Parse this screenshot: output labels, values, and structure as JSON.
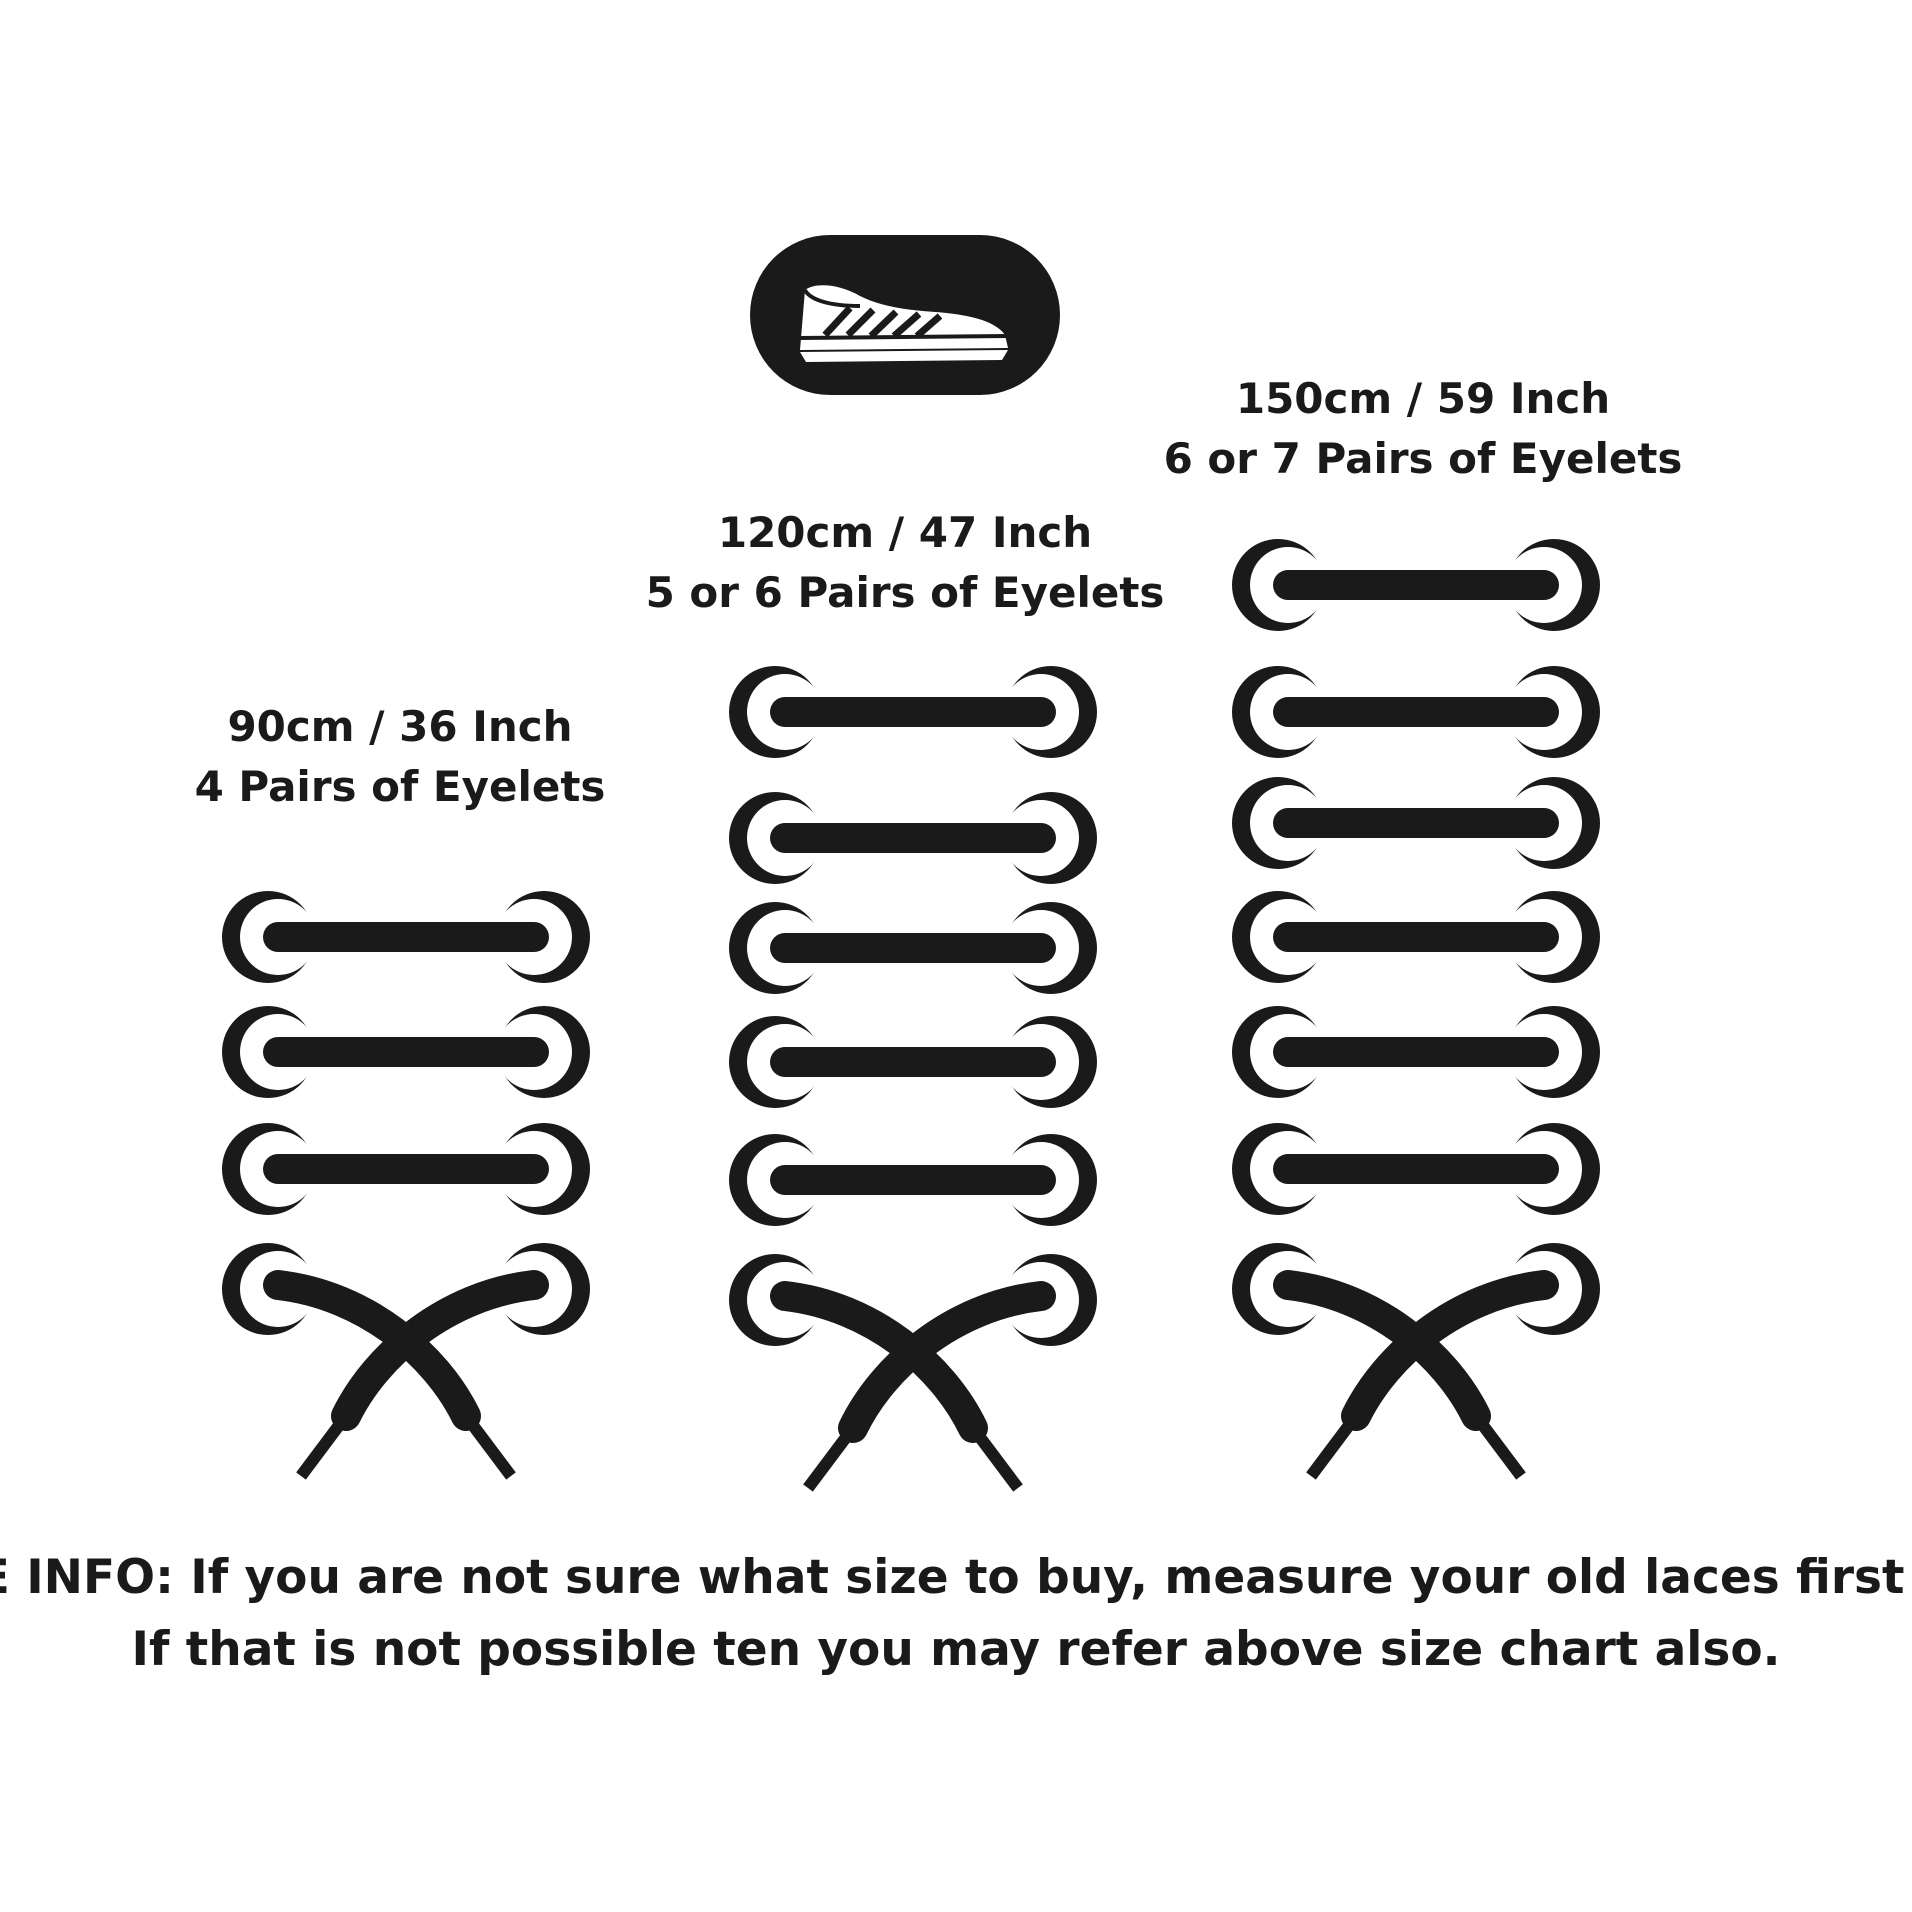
{
  "colors": {
    "ink": "#1a1a1a",
    "background": "#ffffff"
  },
  "shoe_badge": {
    "icon": "sneaker-icon"
  },
  "sizes": [
    {
      "length": "90cm / 36 Inch",
      "eyelets": "4 Pairs of Eyelets",
      "eyelet_pairs_drawn": 4
    },
    {
      "length": "120cm / 47 Inch",
      "eyelets": "5 or 6 Pairs of Eyelets",
      "eyelet_pairs_drawn": 6
    },
    {
      "length": "150cm / 59 Inch",
      "eyelets": "6 or 7 Pairs of Eyelets",
      "eyelet_pairs_drawn": 7
    }
  ],
  "size_info": {
    "line1": "SIZE INFO: If you are not sure what size to buy, measure your old laces first and",
    "line2": "If that is not possible ten you may refer above size chart also."
  }
}
